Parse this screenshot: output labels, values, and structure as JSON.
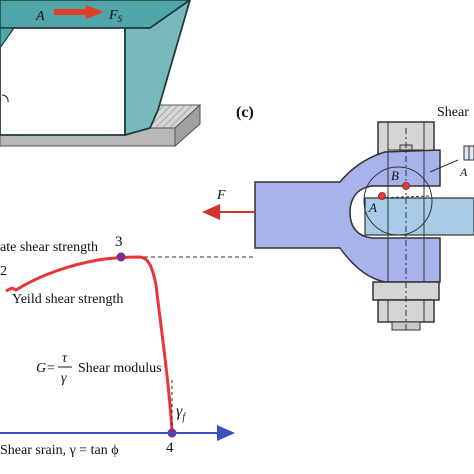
{
  "panel_a": {
    "label_A": "A",
    "force_label": "F",
    "force_sub": "S",
    "colors": {
      "block_top": "#4fa5a7",
      "block_side": "#78b9bd",
      "block_front": "#ffffff",
      "arrow": "#e04026",
      "ground": "#c9c9c9"
    }
  },
  "panel_b": {
    "ultimate_label": "ate shear strength",
    "point_3": "3",
    "point_2": "2",
    "point_4": "4",
    "yield_label": "Yeild shear strength",
    "modulus_prefix": "G=",
    "modulus_num": "τ",
    "modulus_den": "γ",
    "modulus_label": "Shear modulus",
    "gamma_f": "γ",
    "gamma_f_sub": "f",
    "x_axis_label": "Shear srain, γ = tan ϕ",
    "colors": {
      "curve": "#e8343a",
      "axis": "#3b4fc4",
      "point": "#7b2e8e"
    }
  },
  "panel_c": {
    "panel_label": "(c)",
    "shear_label": "Shear",
    "force_label": "F",
    "point_A": "A",
    "point_B": "B",
    "detail_A": "A",
    "colors": {
      "clevis": "#a7b3ea",
      "pin": "#d5d5d5",
      "bar": "#a8cbe8",
      "point": "#e23a3a"
    }
  }
}
